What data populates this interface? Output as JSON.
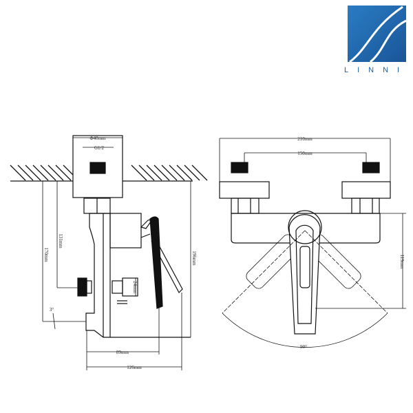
{
  "brand": {
    "name": "LINNI",
    "color": "#1e64ad"
  },
  "side_view": {
    "dims": {
      "mount_diameter": "Φ40mm",
      "thread": "G1/2",
      "inlet_height": "131mm",
      "outlet_height": "170mm",
      "total_height": "196mm",
      "connector": "24mm",
      "angle": "3°",
      "handle_depth": "89mm",
      "total_depth": "126mm"
    }
  },
  "front_view": {
    "dims": {
      "total_width": "210mm",
      "center_distance": "150mm",
      "body_height": "119mm",
      "rotation_angle": "90°"
    }
  }
}
